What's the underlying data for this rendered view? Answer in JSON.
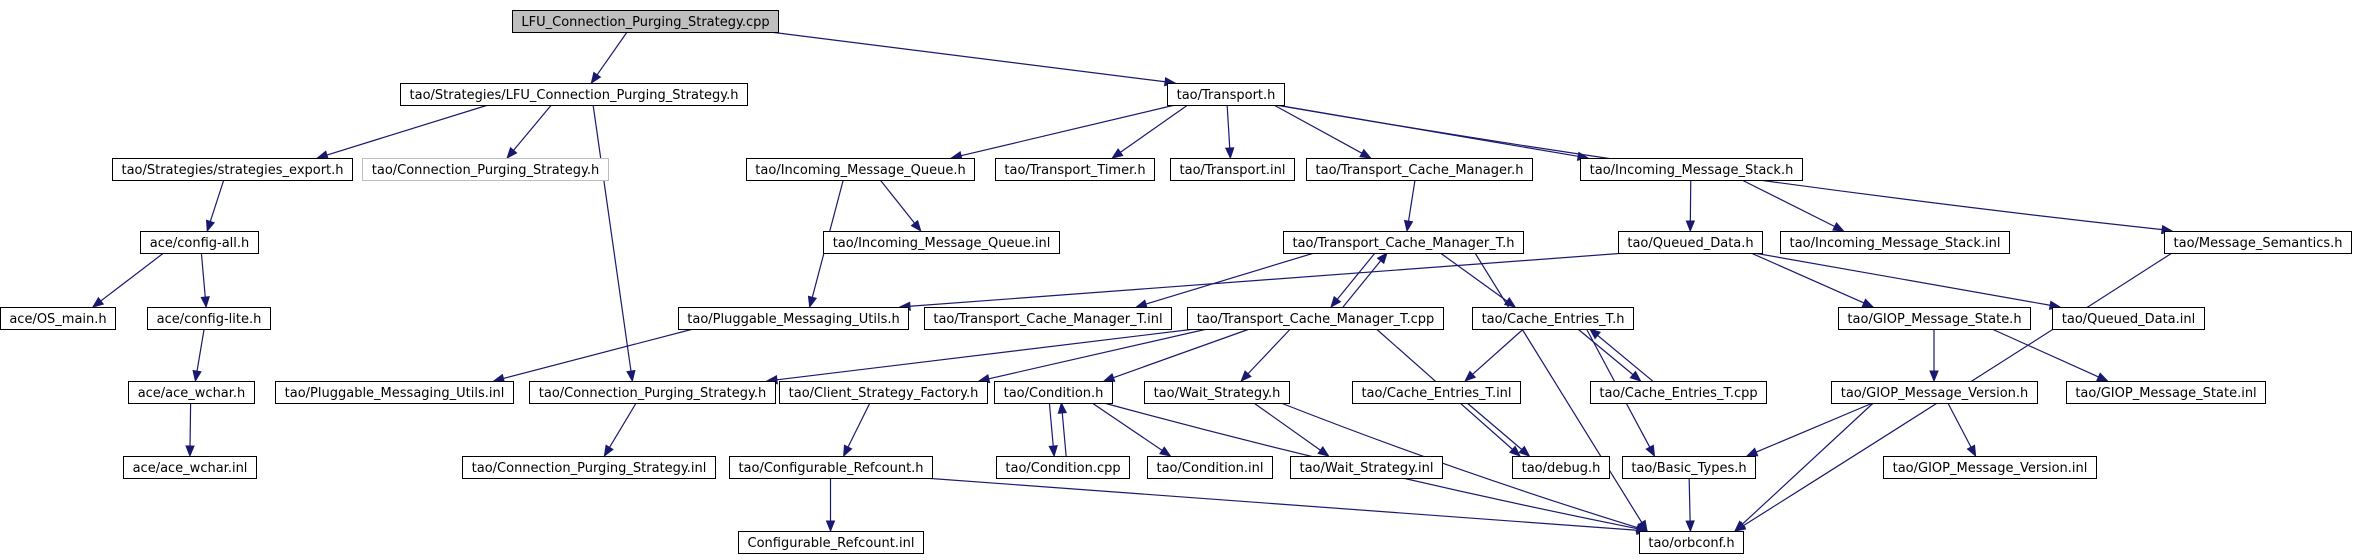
{
  "diagram": {
    "nodes": [
      {
        "id": "root",
        "label": "LFU_Connection_Purging_Strategy.cpp",
        "style": "root"
      },
      {
        "id": "lfu_h",
        "label": "tao/Strategies/LFU_Connection_Purging_Strategy.h"
      },
      {
        "id": "transport_h",
        "label": "tao/Transport.h"
      },
      {
        "id": "strat_export",
        "label": "tao/Strategies/strategies_export.h"
      },
      {
        "id": "cps_ghost",
        "label": "tao/Connection_Purging_Strategy.h",
        "style": "ghost"
      },
      {
        "id": "imq_h",
        "label": "tao/Incoming_Message_Queue.h"
      },
      {
        "id": "timer_h",
        "label": "tao/Transport_Timer.h"
      },
      {
        "id": "transport_inl",
        "label": "tao/Transport.inl"
      },
      {
        "id": "tcm_h",
        "label": "tao/Transport_Cache_Manager.h"
      },
      {
        "id": "ims_h",
        "label": "tao/Incoming_Message_Stack.h"
      },
      {
        "id": "config_all",
        "label": "ace/config-all.h"
      },
      {
        "id": "imq_inl",
        "label": "tao/Incoming_Message_Queue.inl"
      },
      {
        "id": "tcmt_h",
        "label": "tao/Transport_Cache_Manager_T.h"
      },
      {
        "id": "qd_h",
        "label": "tao/Queued_Data.h"
      },
      {
        "id": "ims_inl",
        "label": "tao/Incoming_Message_Stack.inl"
      },
      {
        "id": "msem_h",
        "label": "tao/Message_Semantics.h"
      },
      {
        "id": "os_main",
        "label": "ace/OS_main.h"
      },
      {
        "id": "config_lite",
        "label": "ace/config-lite.h"
      },
      {
        "id": "pmu_h",
        "label": "tao/Pluggable_Messaging_Utils.h"
      },
      {
        "id": "tcmt_inl",
        "label": "tao/Transport_Cache_Manager_T.inl"
      },
      {
        "id": "tcmt_cpp",
        "label": "tao/Transport_Cache_Manager_T.cpp"
      },
      {
        "id": "cet_h",
        "label": "tao/Cache_Entries_T.h"
      },
      {
        "id": "gms_h",
        "label": "tao/GIOP_Message_State.h"
      },
      {
        "id": "qd_inl",
        "label": "tao/Queued_Data.inl"
      },
      {
        "id": "ace_wchar_h",
        "label": "ace/ace_wchar.h"
      },
      {
        "id": "pmu_inl",
        "label": "tao/Pluggable_Messaging_Utils.inl"
      },
      {
        "id": "cps_h",
        "label": "tao/Connection_Purging_Strategy.h"
      },
      {
        "id": "csf_h",
        "label": "tao/Client_Strategy_Factory.h"
      },
      {
        "id": "cond_h",
        "label": "tao/Condition.h"
      },
      {
        "id": "ws_h",
        "label": "tao/Wait_Strategy.h"
      },
      {
        "id": "cet_inl",
        "label": "tao/Cache_Entries_T.inl"
      },
      {
        "id": "cet_cpp",
        "label": "tao/Cache_Entries_T.cpp"
      },
      {
        "id": "gmv_h",
        "label": "tao/GIOP_Message_Version.h"
      },
      {
        "id": "gms_inl",
        "label": "tao/GIOP_Message_State.inl"
      },
      {
        "id": "ace_wchar_inl",
        "label": "ace/ace_wchar.inl"
      },
      {
        "id": "cps_inl",
        "label": "tao/Connection_Purging_Strategy.inl"
      },
      {
        "id": "cref_h",
        "label": "tao/Configurable_Refcount.h"
      },
      {
        "id": "cond_cpp",
        "label": "tao/Condition.cpp"
      },
      {
        "id": "cond_inl",
        "label": "tao/Condition.inl"
      },
      {
        "id": "ws_inl",
        "label": "tao/Wait_Strategy.inl"
      },
      {
        "id": "debug_h",
        "label": "tao/debug.h"
      },
      {
        "id": "basic_h",
        "label": "tao/Basic_Types.h"
      },
      {
        "id": "gmv_inl",
        "label": "tao/GIOP_Message_Version.inl"
      },
      {
        "id": "cref_inl",
        "label": "Configurable_Refcount.inl"
      },
      {
        "id": "orbconf",
        "label": "tao/orbconf.h"
      }
    ],
    "edges": [
      [
        "root",
        "lfu_h"
      ],
      [
        "root",
        "transport_h"
      ],
      [
        "lfu_h",
        "strat_export"
      ],
      [
        "lfu_h",
        "cps_ghost"
      ],
      [
        "lfu_h",
        "cps_h"
      ],
      [
        "transport_h",
        "imq_h"
      ],
      [
        "transport_h",
        "timer_h"
      ],
      [
        "transport_h",
        "transport_inl"
      ],
      [
        "transport_h",
        "tcm_h"
      ],
      [
        "transport_h",
        "ims_h"
      ],
      [
        "transport_h",
        "msem_h"
      ],
      [
        "strat_export",
        "config_all"
      ],
      [
        "config_all",
        "os_main"
      ],
      [
        "config_all",
        "config_lite"
      ],
      [
        "config_lite",
        "ace_wchar_h"
      ],
      [
        "ace_wchar_h",
        "ace_wchar_inl"
      ],
      [
        "imq_h",
        "imq_inl"
      ],
      [
        "imq_h",
        "pmu_h"
      ],
      [
        "tcm_h",
        "tcmt_h"
      ],
      [
        "ims_h",
        "qd_h"
      ],
      [
        "ims_h",
        "ims_inl"
      ],
      [
        "tcmt_h",
        "tcmt_inl"
      ],
      [
        "tcmt_h",
        "tcmt_cpp"
      ],
      [
        "tcmt_h",
        "cet_h"
      ],
      [
        "tcmt_h",
        "orbconf"
      ],
      [
        "tcmt_cpp",
        "tcmt_h"
      ],
      [
        "qd_h",
        "pmu_h"
      ],
      [
        "qd_h",
        "gms_h"
      ],
      [
        "qd_h",
        "qd_inl"
      ],
      [
        "msem_h",
        "orbconf"
      ],
      [
        "pmu_h",
        "pmu_inl"
      ],
      [
        "tcmt_cpp",
        "cps_h"
      ],
      [
        "tcmt_cpp",
        "csf_h"
      ],
      [
        "tcmt_cpp",
        "cond_h"
      ],
      [
        "tcmt_cpp",
        "ws_h"
      ],
      [
        "tcmt_cpp",
        "debug_h"
      ],
      [
        "cet_h",
        "cet_inl"
      ],
      [
        "cet_h",
        "cet_cpp"
      ],
      [
        "cet_h",
        "basic_h"
      ],
      [
        "cet_cpp",
        "cet_h"
      ],
      [
        "gms_h",
        "gmv_h"
      ],
      [
        "gms_h",
        "gms_inl"
      ],
      [
        "cps_h",
        "cps_inl"
      ],
      [
        "csf_h",
        "cref_h"
      ],
      [
        "cond_h",
        "cond_cpp"
      ],
      [
        "cond_h",
        "cond_inl"
      ],
      [
        "cond_h",
        "orbconf"
      ],
      [
        "cond_cpp",
        "cond_h"
      ],
      [
        "ws_h",
        "ws_inl"
      ],
      [
        "ws_h",
        "orbconf"
      ],
      [
        "cet_inl",
        "debug_h"
      ],
      [
        "gmv_h",
        "gmv_inl"
      ],
      [
        "gmv_h",
        "basic_h"
      ],
      [
        "gmv_h",
        "orbconf"
      ],
      [
        "basic_h",
        "orbconf"
      ],
      [
        "cref_h",
        "cref_inl"
      ],
      [
        "cref_h",
        "orbconf"
      ]
    ]
  }
}
